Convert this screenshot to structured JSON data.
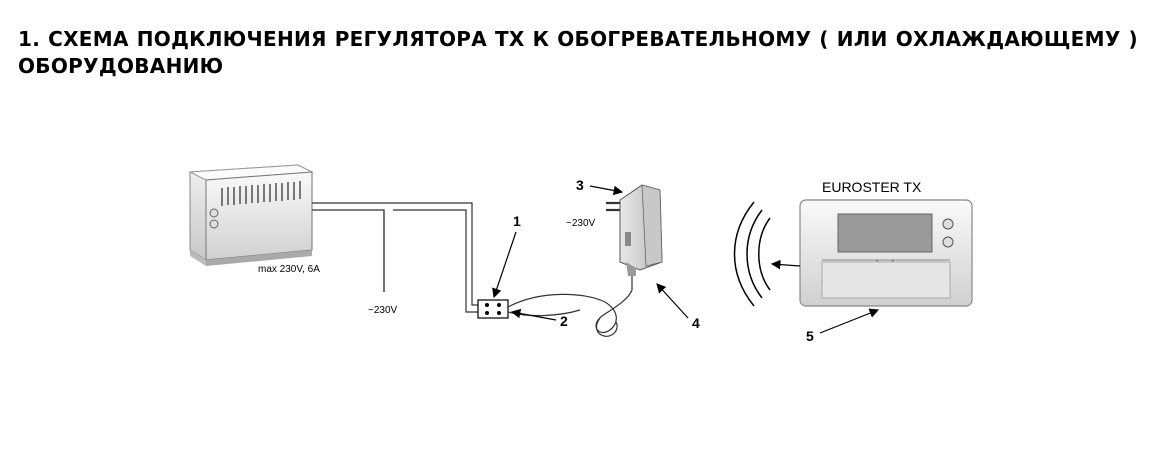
{
  "title": "1. СХЕМА ПОДКЛЮЧЕНИЯ РЕГУЛЯТОРА TX  К ОБОГРЕВАТЕЛЬНОМУ ( ИЛИ ОХЛАЖДАЮЩЕМУ ) ОБОРУДОВАНИЮ",
  "labels": {
    "heater_rating": "max 230V, 6A",
    "mains_wire": "~230V",
    "adapter_voltage": "~230V",
    "device_name": "EUROSTER TX"
  },
  "callouts": [
    "1",
    "2",
    "3",
    "4",
    "5"
  ]
}
